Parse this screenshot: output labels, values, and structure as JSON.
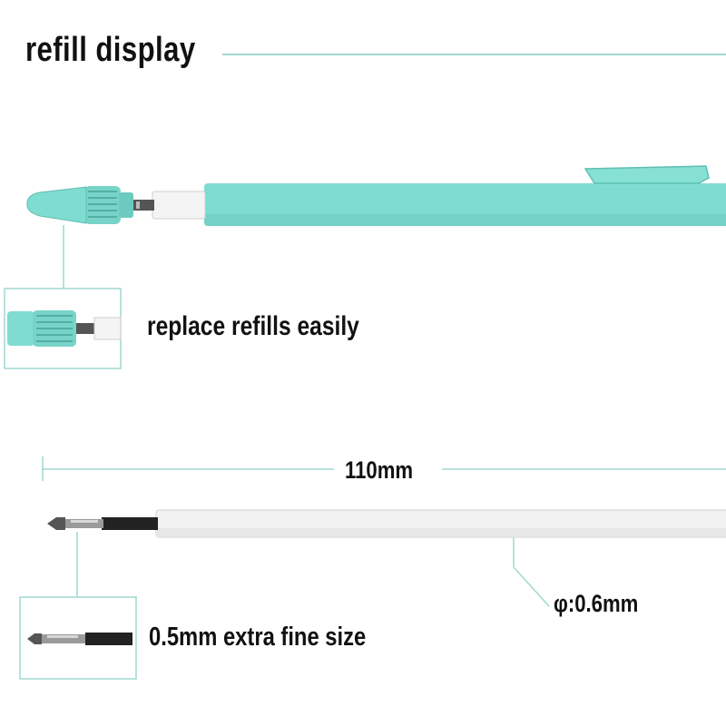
{
  "title": "refill display",
  "callouts": {
    "replace": "replace refills easily",
    "length": "110mm",
    "diameter": "φ:0.6mm",
    "fine_size": "0.5mm extra fine size"
  },
  "colors": {
    "pen_body": "#7fdcd0",
    "pen_shade": "#5fbfb2",
    "accent_line": "#9fd8d0",
    "refill_tube": "#f2f2f2",
    "refill_tip": "#222222"
  }
}
